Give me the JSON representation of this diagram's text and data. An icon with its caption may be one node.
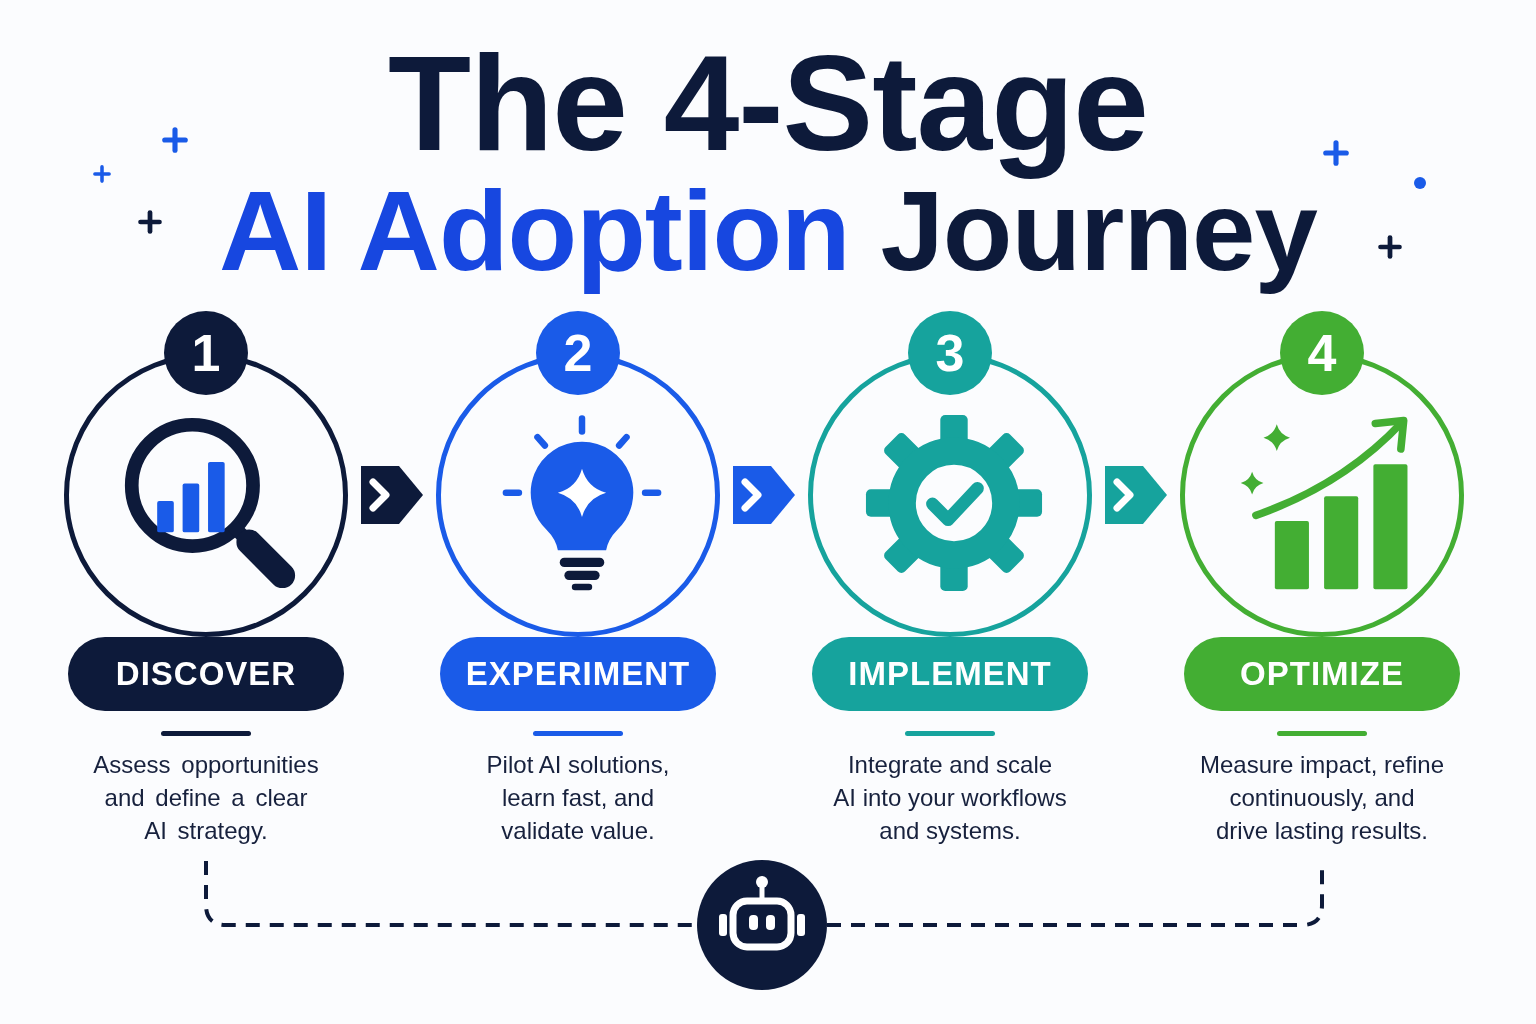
{
  "diagram": {
    "title": "The 4-Stage AI Adoption Journey",
    "nodes": [
      {
        "text": [
          "1",
          "DISCOVER"
        ],
        "beside": [
          "Assess opportunities and define a clear AI strategy."
        ]
      },
      {
        "text": [
          "2",
          "EXPERIMENT"
        ],
        "beside": [
          "Pilot AI solutions, learn fast, and validate value."
        ]
      },
      {
        "text": [
          "3",
          "IMPLEMENT"
        ],
        "beside": [
          "Integrate and scale AI into your workflows and systems."
        ]
      },
      {
        "text": [
          "4",
          "OPTIMIZE"
        ],
        "beside": [
          "Measure impact, refine continuously, and drive lasting results."
        ]
      },
      {
        "text": [],
        "shape": "circle"
      }
    ],
    "edges": [
      {
        "from": 0,
        "to": 1,
        "arrow": "to"
      },
      {
        "from": 1,
        "to": 2,
        "arrow": "to",
        "color": "#1a5be8"
      },
      {
        "from": 2,
        "to": 3,
        "arrow": "to",
        "color": "#16a39d"
      },
      {
        "from": 0,
        "to": 4,
        "arrow": "none",
        "style": "dashed"
      },
      {
        "from": 4,
        "to": 3,
        "arrow": "none",
        "style": "dashed"
      }
    ]
  }
}
